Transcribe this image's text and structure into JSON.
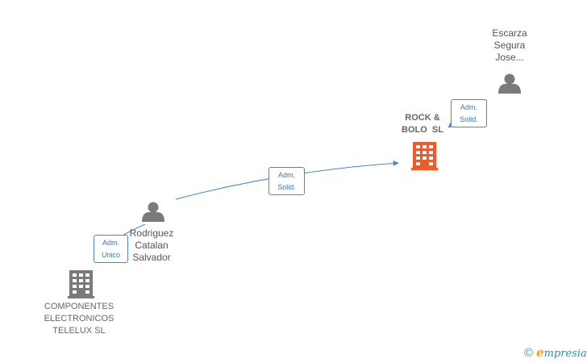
{
  "nodes": {
    "escarza": {
      "type": "person",
      "lines": [
        "Escarza",
        "Segura",
        "Jose..."
      ]
    },
    "rock": {
      "type": "company",
      "highlight": true,
      "lines": [
        "ROCK &",
        "BOLO  SL"
      ]
    },
    "rodriguez": {
      "type": "person",
      "lines": [
        "Rodriguez",
        "Catalan",
        "Salvador"
      ]
    },
    "componentes": {
      "type": "company",
      "highlight": false,
      "lines": [
        "COMPONENTES",
        "ELECTRONICOS",
        "TELELUX SL"
      ]
    }
  },
  "edges": [
    {
      "from": "escarza",
      "to": "rock",
      "label": [
        "Adm.",
        "Solid."
      ]
    },
    {
      "from": "rodriguez",
      "to": "rock",
      "label": [
        "Adm.",
        "Solid."
      ]
    },
    {
      "from": "rodriguez",
      "to": "componentes",
      "label": [
        "Adm.",
        "Unico"
      ]
    }
  ],
  "colors": {
    "person_icon": "#7a7a7a",
    "company_icon": "#7a7a7a",
    "company_highlight": "#f05a28",
    "edge": "#4a86c8",
    "brand": "#1d9aa6"
  },
  "brand": {
    "copyright": "©",
    "initial": "e",
    "rest": "mpresia"
  }
}
